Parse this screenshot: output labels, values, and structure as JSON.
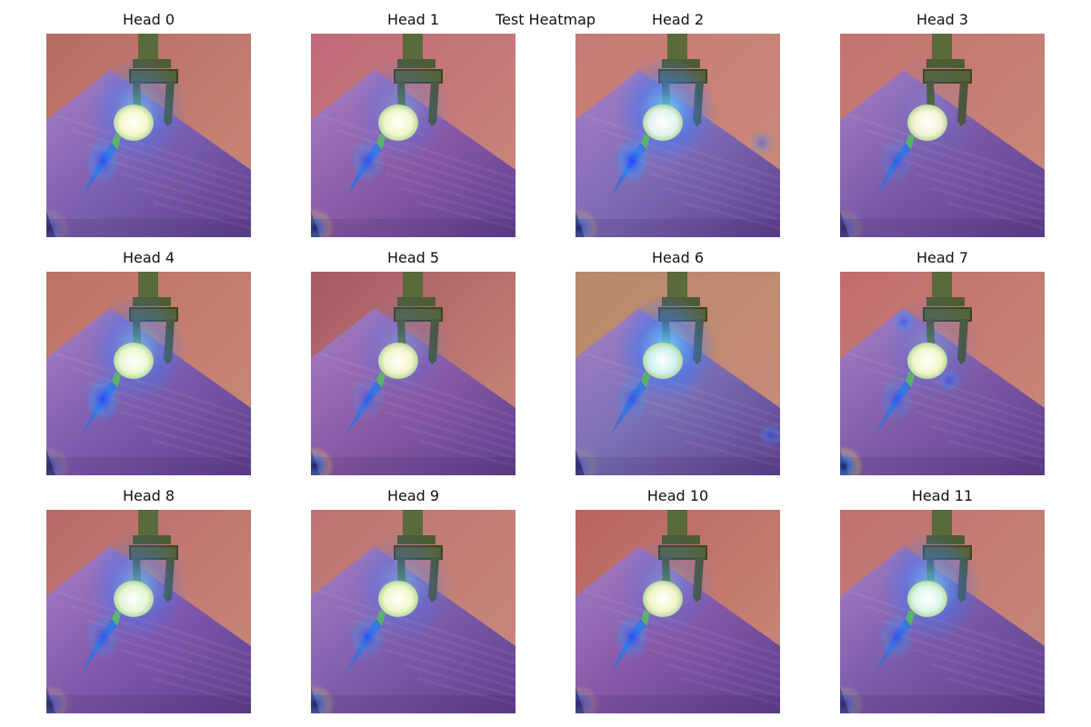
{
  "figure": {
    "suptitle": "Test Heatmap"
  },
  "panels": [
    {
      "title": "Head 0",
      "scene": "robot-gripper-carrot-plate-table",
      "colormap": "jet-overlay"
    },
    {
      "title": "Head 1",
      "scene": "robot-gripper-carrot-plate-table",
      "colormap": "jet-overlay"
    },
    {
      "title": "Head 2",
      "scene": "robot-gripper-carrot-plate-table",
      "colormap": "jet-overlay"
    },
    {
      "title": "Head 3",
      "scene": "robot-gripper-carrot-plate-table",
      "colormap": "jet-overlay"
    },
    {
      "title": "Head 4",
      "scene": "robot-gripper-carrot-plate-table",
      "colormap": "jet-overlay"
    },
    {
      "title": "Head 5",
      "scene": "robot-gripper-carrot-plate-table",
      "colormap": "jet-overlay"
    },
    {
      "title": "Head 6",
      "scene": "robot-gripper-carrot-plate-table",
      "colormap": "jet-overlay"
    },
    {
      "title": "Head 7",
      "scene": "robot-gripper-carrot-plate-table",
      "colormap": "jet-overlay"
    },
    {
      "title": "Head 8",
      "scene": "robot-gripper-carrot-plate-table",
      "colormap": "jet-overlay"
    },
    {
      "title": "Head 9",
      "scene": "robot-gripper-carrot-plate-table",
      "colormap": "jet-overlay"
    },
    {
      "title": "Head 10",
      "scene": "robot-gripper-carrot-plate-table",
      "colormap": "jet-overlay"
    },
    {
      "title": "Head 11",
      "scene": "robot-gripper-carrot-plate-table",
      "colormap": "jet-overlay"
    }
  ]
}
